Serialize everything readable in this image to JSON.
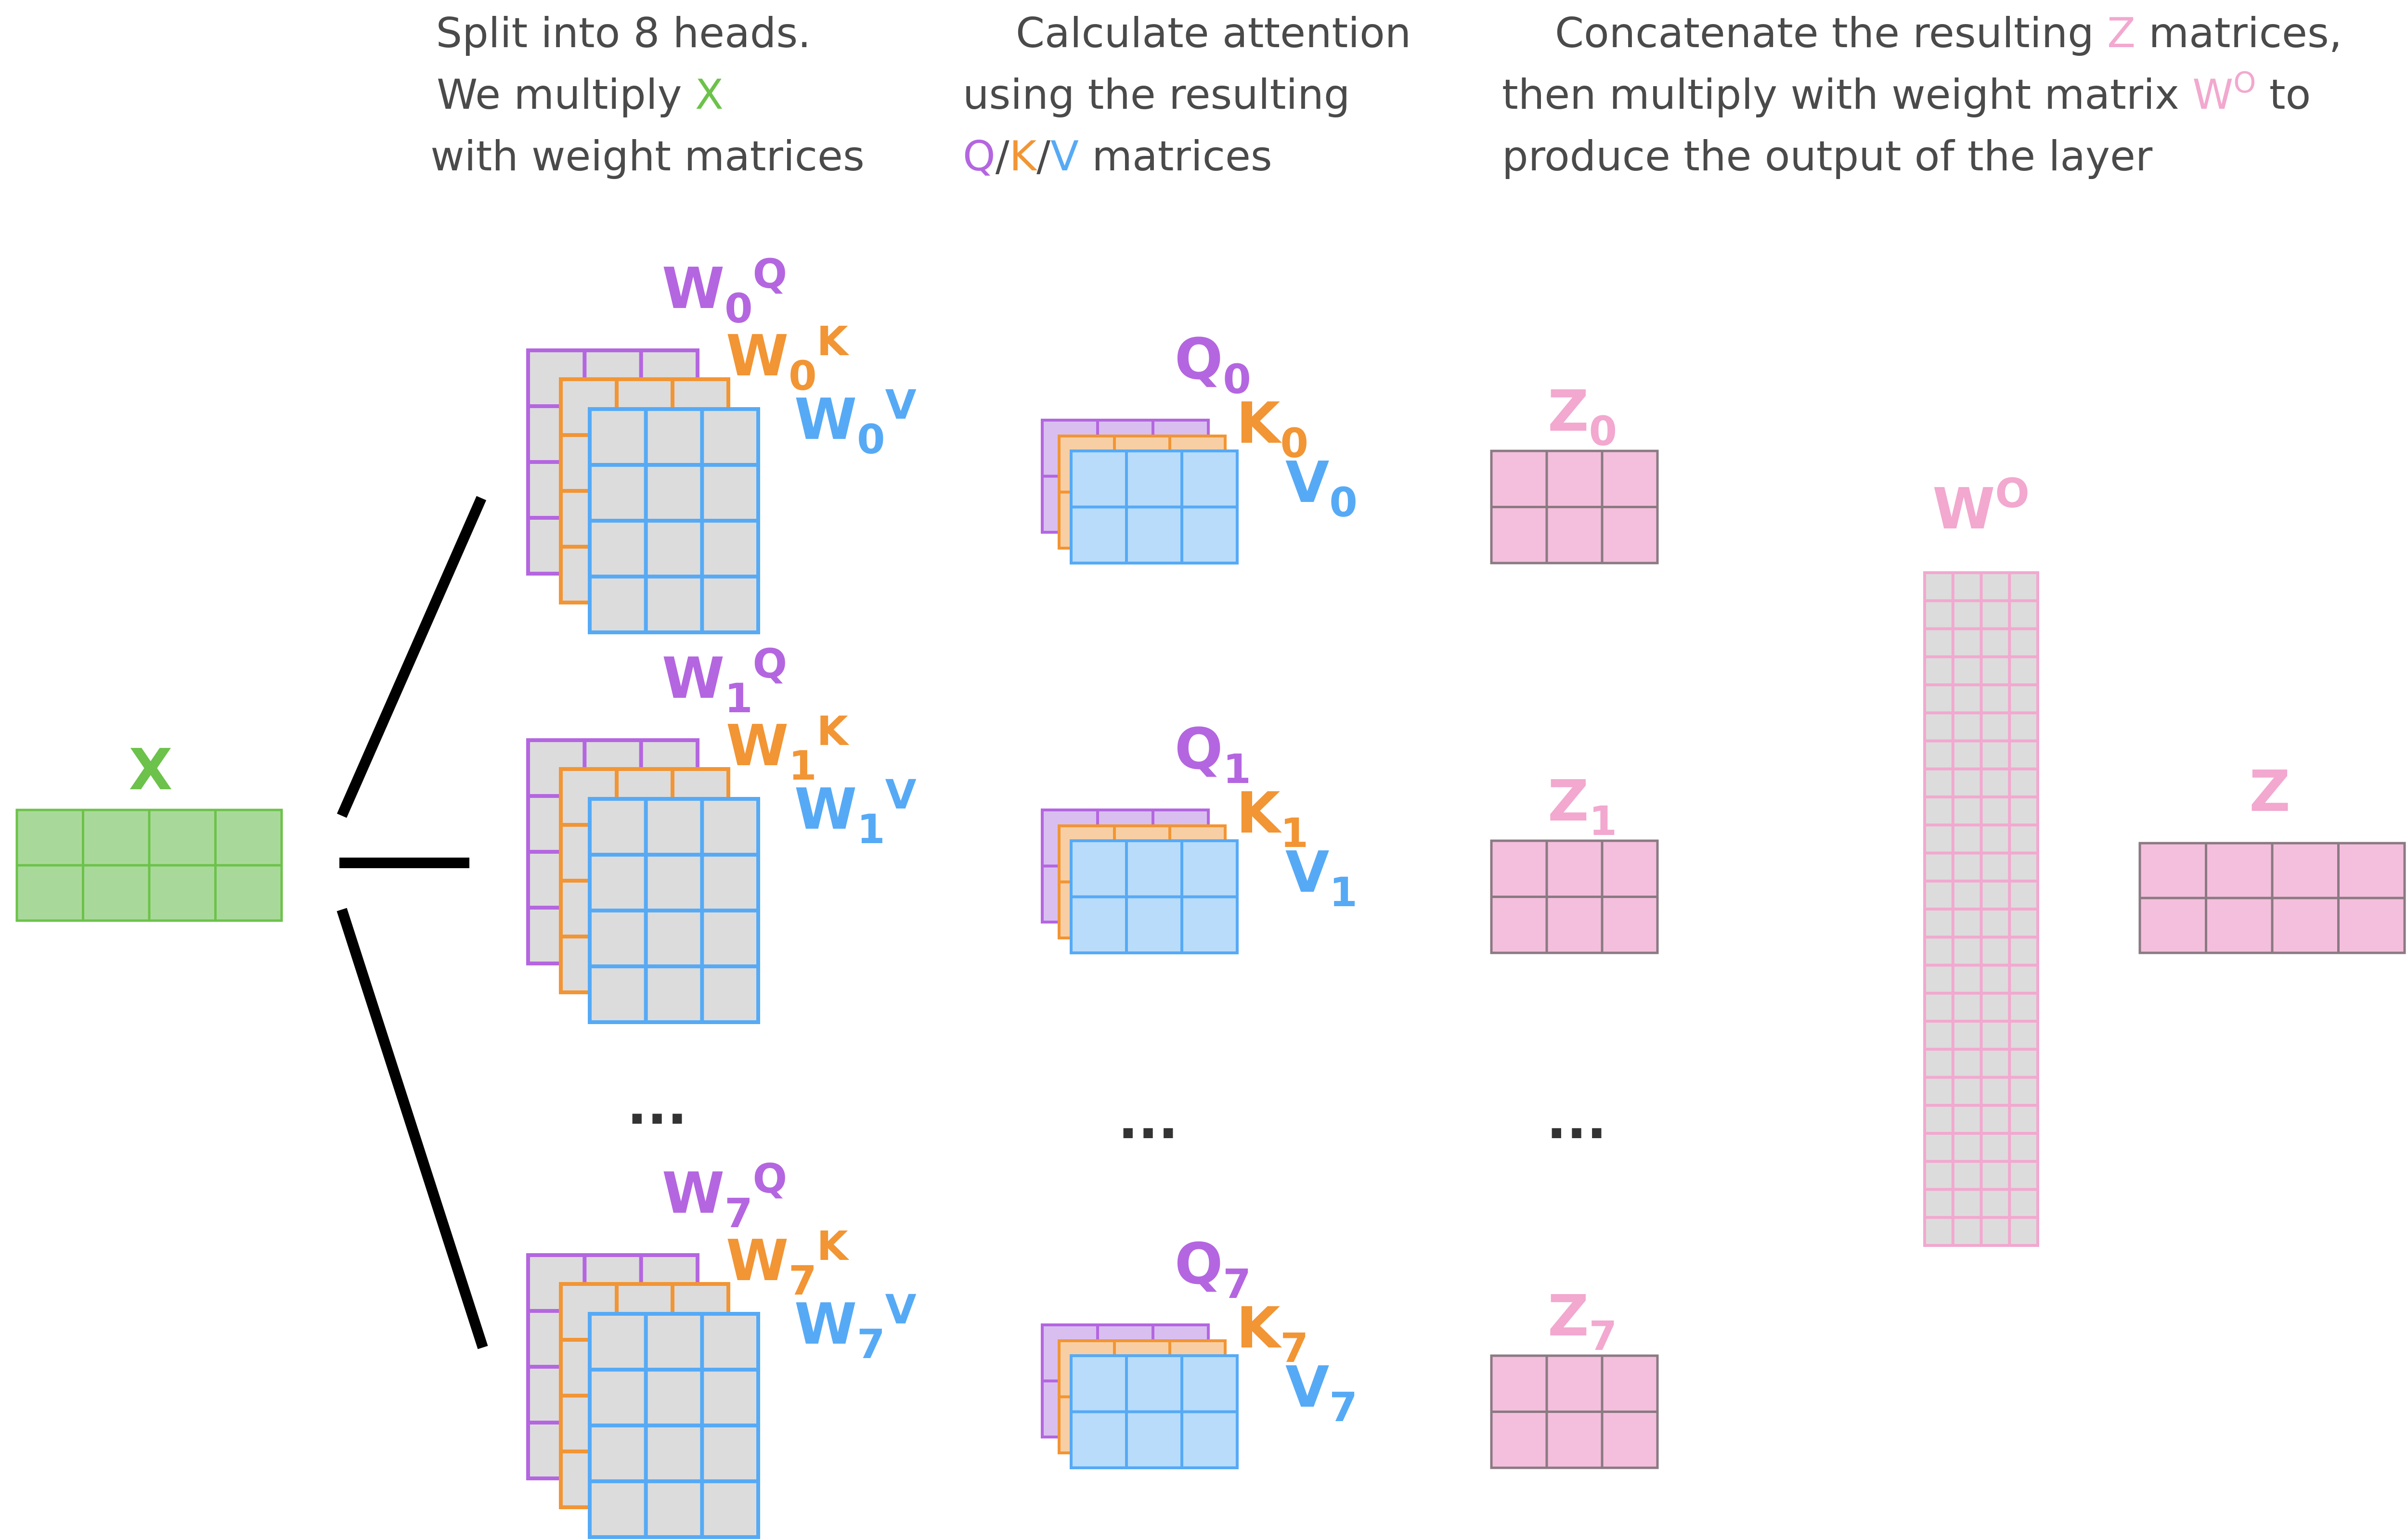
{
  "captions": {
    "split": {
      "line1": "Split into 8 heads.",
      "line2_prefix": "We multiply ",
      "line2_var": "X",
      "line3": "with weight matrices"
    },
    "attention": {
      "line1": "Calculate attention",
      "line2": "using the resulting",
      "line3_q": "Q",
      "sep1": "/",
      "line3_k": "K",
      "sep2": "/",
      "line3_v": "V",
      "line3_rest": " matrices"
    },
    "concat": {
      "line1_prefix": "Concatenate the resulting ",
      "line1_var": "Z",
      "line1_suffix": " matrices,",
      "line2_prefix": "then multiply with weight matrix ",
      "line2_var": "W",
      "line2_sup": "O",
      "line2_suffix": " to",
      "line3": "produce the output of the layer"
    }
  },
  "input": {
    "label": "X",
    "rows": 2,
    "cols": 4
  },
  "heads": [
    {
      "wq": "W",
      "wq_sub": "0",
      "wq_sup": "Q",
      "wk": "W",
      "wk_sub": "0",
      "wk_sup": "K",
      "wv": "W",
      "wv_sub": "0",
      "wv_sup": "V",
      "q": "Q",
      "q_sub": "0",
      "k": "K",
      "k_sub": "0",
      "v": "V",
      "v_sub": "0",
      "z": "Z",
      "z_sub": "0"
    },
    {
      "wq": "W",
      "wq_sub": "1",
      "wq_sup": "Q",
      "wk": "W",
      "wk_sub": "1",
      "wk_sup": "K",
      "wv": "W",
      "wv_sub": "1",
      "wv_sup": "V",
      "q": "Q",
      "q_sub": "1",
      "k": "K",
      "k_sub": "1",
      "v": "V",
      "v_sub": "1",
      "z": "Z",
      "z_sub": "1"
    },
    {
      "wq": "W",
      "wq_sub": "7",
      "wq_sup": "Q",
      "wk": "W",
      "wk_sub": "7",
      "wk_sup": "K",
      "wv": "W",
      "wv_sub": "7",
      "wv_sup": "V",
      "q": "Q",
      "q_sub": "7",
      "k": "K",
      "k_sub": "7",
      "v": "V",
      "v_sub": "7",
      "z": "Z",
      "z_sub": "7"
    }
  ],
  "ellipsis": "...",
  "output_weight": {
    "label": "W",
    "sup": "O",
    "rows": 24,
    "cols": 4
  },
  "output": {
    "label": "Z",
    "rows": 2,
    "cols": 4
  },
  "colors": {
    "x_green": "#6cc24a",
    "x_fill": "#a9d99a",
    "q_purple": "#b466e0",
    "q_fill": "#d9bff0",
    "k_orange": "#f29534",
    "k_fill": "#f8cfa4",
    "v_blue": "#56aaf5",
    "v_fill": "#b9dcfa",
    "w_grey_fill": "#dcdcdc",
    "z_pink": "#f2a8cf",
    "z_fill": "#f4bfdc",
    "text_grey": "#4a4a4a"
  }
}
